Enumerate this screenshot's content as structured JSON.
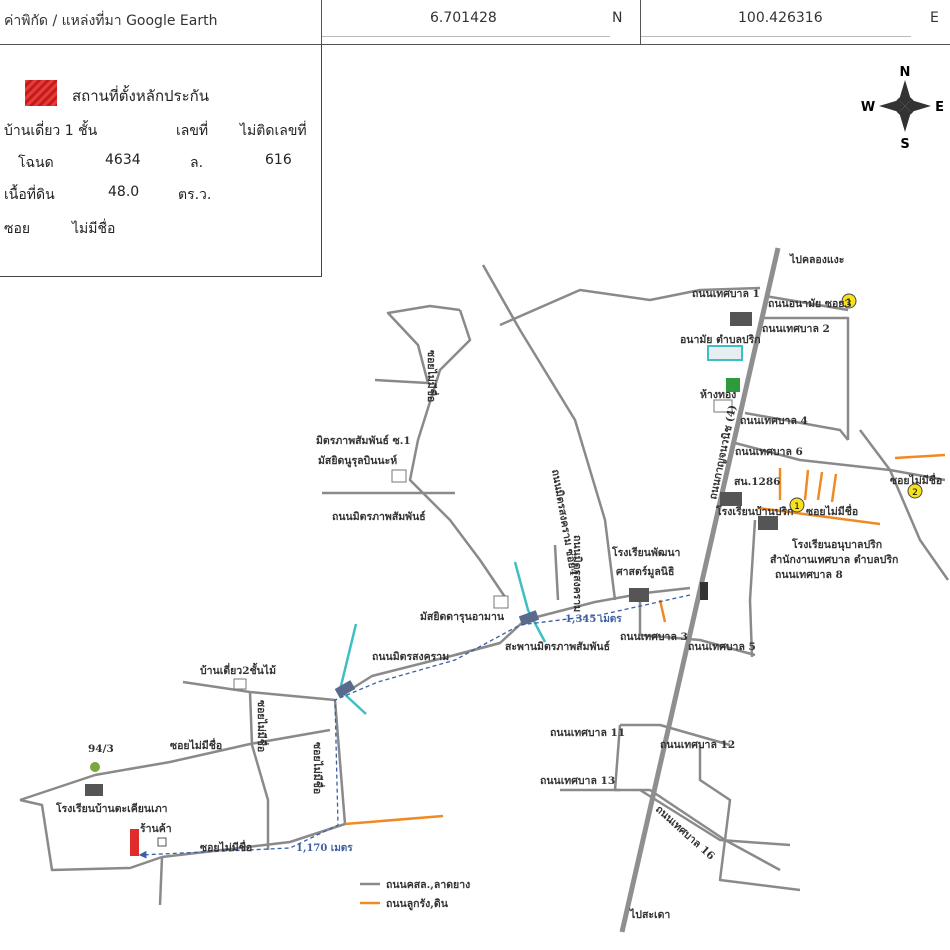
{
  "header": {
    "source_label": "ค่าพิกัด / แหล่งที่มา Google Earth",
    "latitude": "6.701428",
    "lat_dir": "N",
    "longitude": "100.426316",
    "lon_dir": "E"
  },
  "info": {
    "legend_label": "สถานที่ตั้งหลักประกัน",
    "house_type": "บ้านเดี่ยว 1 ชั้น",
    "house_no_label": "เลขที่",
    "house_no": "ไม่ติดเลขที่",
    "deed_label": "โฉนด",
    "deed_no": "4634",
    "lot_label": "ล.",
    "lot_no": "616",
    "area_label": "เนื้อที่ดิน",
    "area_value": "48.0",
    "area_unit": "ตร.ว.",
    "soi_label": "ซอย",
    "soi_value": "ไม่มีชื่อ"
  },
  "compass": {
    "n": "N",
    "s": "S",
    "e": "E",
    "w": "W"
  },
  "colors": {
    "road": "#8a8a8a",
    "dirt_road": "#f08a24",
    "water": "#3dbfc4",
    "highway": "#8f8f8f",
    "target": "#e02b2b",
    "route": "#3a5fa8"
  },
  "map_labels": {
    "to_khlong_ngae": "ไปคลองแงะ",
    "to_sadao": "ไปสะเดา",
    "tessaban1": "ถนนเทศบาล 1",
    "anamai_soi3": "ถนนอนามัย ซอย3",
    "tessaban2": "ถนนเทศบาล 2",
    "anamai_office": "อนามัย ตำบลปริก",
    "hang_thong": "ห้างทอง",
    "tessaban4": "ถนนเทศบาล 4",
    "tessaban6": "ถนนเทศบาล 6",
    "kanchanavanich": "ถนนกาญจนวนิช (4)",
    "sl1286": "สน.1286",
    "prik_school": "โรงเรียนบ้านปริก",
    "soi_nameless_e": "ซอยไม่มีชื่อ",
    "soi_nameless_far": "ซอยไม่มีชื่อ",
    "kindergarten": "โรงเรียนอนุบาลปริก",
    "municipal_office": "สำนักงานเทศบาล ตำบลปริก",
    "tessaban8": "ถนนเทศบาล 8",
    "mittraphap1": "มิตรภาพสัมพันธ์ ซ.1",
    "mosque1": "มัสยิดนูรุลบินนะห์",
    "soi_nameless_n": "ซอยไม่มีชื่อ",
    "mittraphap_rd": "ถนนมิตรภาพสัมพันธ์",
    "mittrasongkhram_soi4": "ถนนมิตรสงคราม ซอย4",
    "mittrasongkhram": "ถนนมิตรสงคราม",
    "phatthana_school": "โรงเรียนพัฒนา",
    "sasana": "ศาสตร์มูลนิธิ",
    "mosque2": "มัสยิดดารุนอามาน",
    "bridge": "สะพานมิตรภาพสัมพันธ์",
    "dist_1345": "1,345 เมตร",
    "tessaban3": "ถนนเทศบาล 3",
    "tessaban5": "ถนนเทศบาล 5",
    "wood_house": "บ้านเดี่ยว2ชั้นไม้",
    "soi_nameless_v1": "ซอยไม่มีชื่อ",
    "soi_nameless_v2": "ซอยไม่มีชื่อ",
    "soi_nameless_w": "ซอยไม่มีชื่อ",
    "soi_nameless_s": "ซอยไม่มีชื่อ",
    "house_94": "94/3",
    "tataeng_school": "โรงเรียนบ้านตะเคียนเภา",
    "shop": "ร้านค้า",
    "dist_1170": "1,170 เมตร",
    "tessaban11": "ถนนเทศบาล 11",
    "tessaban12": "ถนนเทศบาล 12",
    "tessaban13": "ถนนเทศบาล 13",
    "tessaban16": "ถนนเทศบาล 16",
    "legend_paved": "ถนนคสล.,ลาดยาง",
    "legend_dirt": "ถนนลูกรัง,ดิน",
    "marker1": "1",
    "marker2": "2"
  }
}
